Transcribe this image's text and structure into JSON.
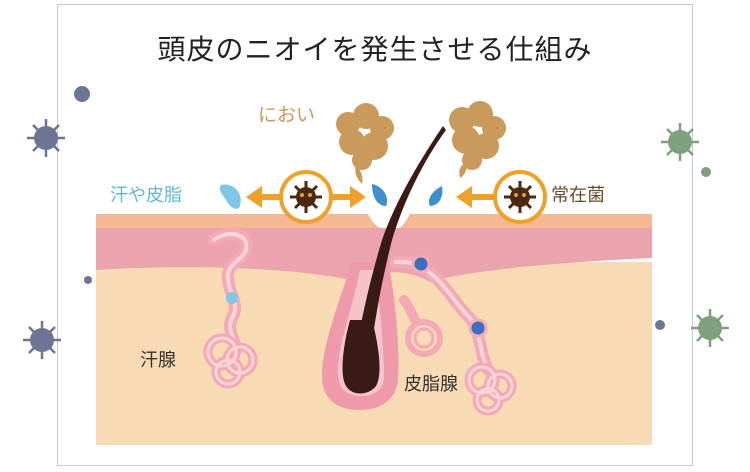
{
  "title": "頭皮のニオイを発生させる仕組み",
  "labels": {
    "odor": "におい",
    "sweat_sebum": "汗や皮脂",
    "resident_bacteria": "常在菌",
    "sweat_gland": "汗腺",
    "sebaceous_gland": "皮脂腺"
  },
  "colors": {
    "skin_top": "#f4b894",
    "dermis": "#eba3ae",
    "subcutis": "#f8dab5",
    "hair": "#3a1a14",
    "hair_follicle": "#ee9aaa",
    "odor_cloud": "#c99a5c",
    "sweat_drop": "#4fa9da",
    "arrow": "#f0a02a",
    "gland_tube": "#f4a9b6",
    "gland_dot": "#3d6dc0",
    "virus_left": "#6e7493",
    "virus_right": "#7fa07c"
  },
  "icons": {
    "odor": "odor-cloud-icon",
    "sweat": "sweat-drop-icon",
    "bacteria": "bacteria-icon",
    "arrow": "arrow-icon",
    "virus": "virus-icon"
  }
}
